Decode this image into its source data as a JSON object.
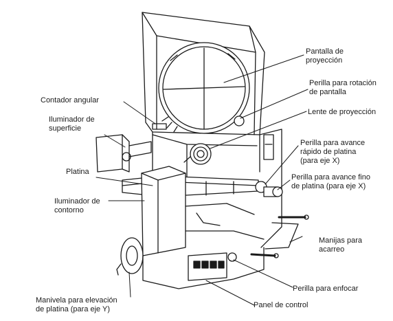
{
  "labels": {
    "projection_screen": [
      "Pantalla de",
      "proyección"
    ],
    "screen_rotation_knob": [
      "Perilla para rotación",
      "de pantalla"
    ],
    "projection_lens": [
      "Lente de proyección"
    ],
    "rapid_x_knob": [
      "Perilla para avance",
      "rápido de platina",
      "(para eje X)"
    ],
    "fine_x_knob": [
      "Perilla para avance fino",
      "de platina (para eje X)"
    ],
    "angle_counter": [
      "Contador angular"
    ],
    "surface_illuminator": [
      "Iluminador de",
      "superficie"
    ],
    "stage": [
      "Platina"
    ],
    "contour_illuminator": [
      "Iluminador de",
      "contorno"
    ],
    "carry_handles": [
      "Manijas para",
      "acarreo"
    ],
    "focus_knob": [
      "Perilla para enfocar"
    ],
    "control_panel": [
      "Panel de control"
    ],
    "y_crank": [
      "Manivela para elevación",
      "de platina (para eje Y)"
    ]
  },
  "colors": {
    "ink": "#1a1a1a",
    "paper": "#ffffff",
    "shade": "#e9e9e9"
  }
}
